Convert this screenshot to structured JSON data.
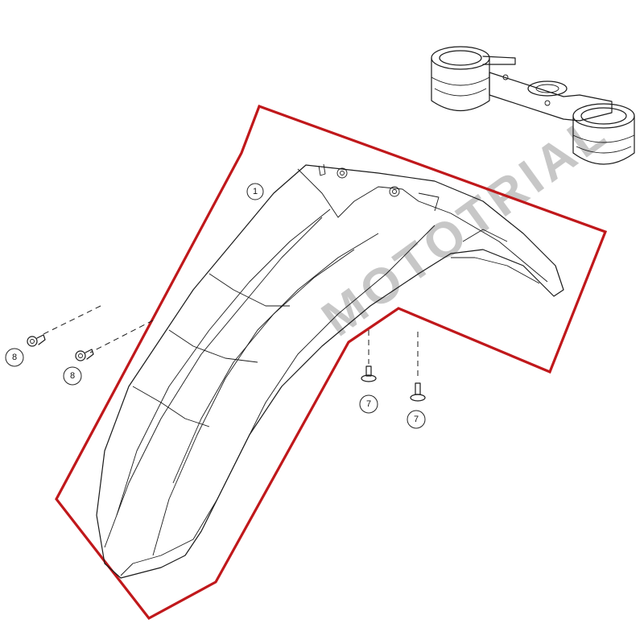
{
  "watermark": {
    "text": "MOTOTRIAL",
    "color_primary": "#9a9a9a",
    "color_secondary": "#d8e6a8"
  },
  "assembly_outline_color": "#c0181b",
  "parts": [
    {
      "number": "1",
      "name": "front-fender"
    },
    {
      "number": "7",
      "name": "fender-screw"
    },
    {
      "number": "7",
      "name": "fender-screw"
    },
    {
      "number": "8",
      "name": "fender-bolt"
    },
    {
      "number": "8",
      "name": "fender-bolt"
    }
  ],
  "icons": {
    "triple_clamp": "triple-clamp-icon",
    "fender": "front-fender-icon",
    "screw": "screw-icon",
    "bolt": "bolt-icon"
  }
}
